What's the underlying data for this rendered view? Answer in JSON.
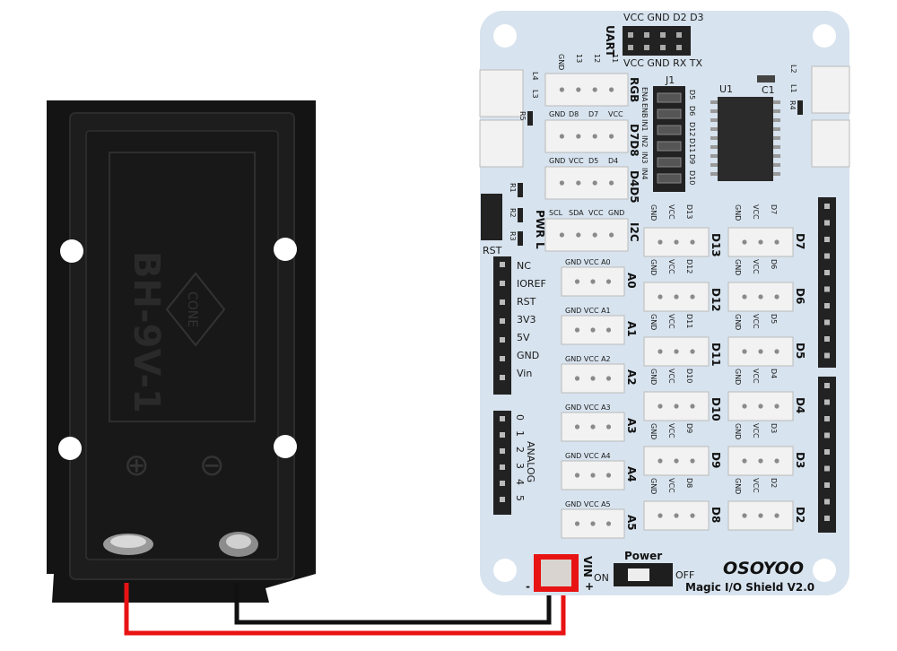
{
  "battery_holder": {
    "embossed_text": "BH-9V-1",
    "brand_logo": "CONE",
    "plus_symbol": "⊕",
    "minus_symbol": "⊖"
  },
  "board": {
    "name": "Magic I/O Shield V2.0",
    "brand": "OSOYOO",
    "uart": {
      "label": "UART",
      "top_pins": "VCC GND D2 D3",
      "bottom_pins": "VCC GND RX TX"
    },
    "u1": "U1",
    "c1": "C1",
    "j1": "J1",
    "j1_left_pins": [
      "ENA",
      "ENB",
      "IN1",
      "IN2",
      "IN3",
      "IN4"
    ],
    "j1_right_pins": [
      "D5",
      "D6",
      "D12",
      "D11",
      "D9",
      "D10"
    ],
    "resistors": [
      "R1",
      "R2",
      "R3",
      "R4",
      "R5"
    ],
    "leds": [
      "L4",
      "L3",
      "L2",
      "L1"
    ],
    "left_ports": [
      {
        "name": "RGB",
        "pins": [
          "GND",
          "13",
          "12",
          "11"
        ]
      },
      {
        "name": "D7D8",
        "pins": [
          "GND",
          "D8",
          "D7",
          "VCC"
        ]
      },
      {
        "name": "D4D5",
        "pins": [
          "GND",
          "VCC",
          "D5",
          "D4"
        ]
      },
      {
        "name": "I2C",
        "pins": [
          "SCL",
          "SDA",
          "VCC",
          "GND"
        ]
      }
    ],
    "pwr_label": "PWR",
    "l_label": "L",
    "rst_label": "RST",
    "power_header": [
      "NC",
      "IOREF",
      "RST",
      "3V3",
      "5V",
      "GND",
      "Vin"
    ],
    "analog_header": [
      "0",
      "1",
      "2",
      "3",
      "4",
      "5"
    ],
    "analog_label": "ANALOG",
    "analog_ports": [
      {
        "name": "A0",
        "pins": "GND VCC A0"
      },
      {
        "name": "A1",
        "pins": "GND VCC A1"
      },
      {
        "name": "A2",
        "pins": "GND VCC A2"
      },
      {
        "name": "A3",
        "pins": "GND VCC A3"
      },
      {
        "name": "A4",
        "pins": "GND VCC A4"
      },
      {
        "name": "A5",
        "pins": "GND VCC A5"
      }
    ],
    "digital_ports_mid": [
      "D13",
      "D12",
      "D11",
      "D10",
      "D9",
      "D8"
    ],
    "digital_ports_right": [
      "D7",
      "D6",
      "D5",
      "D4",
      "D3",
      "D2"
    ],
    "port_pin_top": [
      "GND",
      "VCC"
    ],
    "vin_label": "VIN",
    "plus": "+",
    "minus": "-",
    "power_label": "Power",
    "on_label": "ON",
    "off_label": "OFF"
  },
  "colors": {
    "board": "#d7e3ee",
    "holder": "#141414",
    "positive_wire": "#e81313",
    "negative_wire": "#111111",
    "connector": "#f2f2f2"
  }
}
